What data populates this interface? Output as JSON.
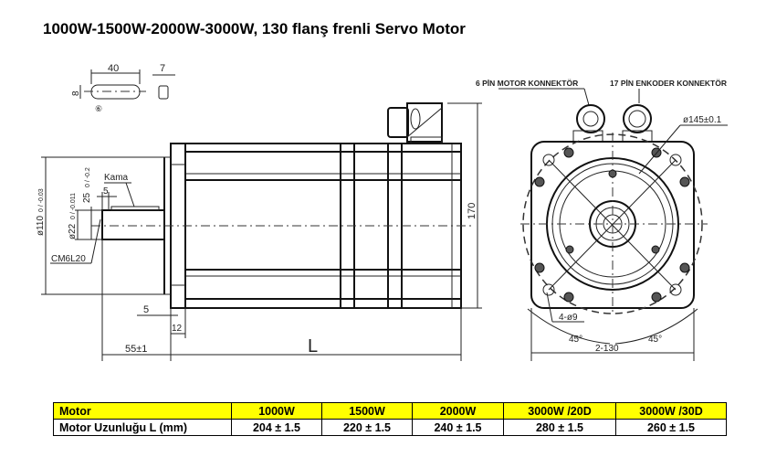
{
  "title": "1000W-1500W-2000W-3000W, 130 flanş frenli Servo Motor",
  "drawing": {
    "key": {
      "length": "40",
      "height": "8",
      "width": "7",
      "mark": "⑥"
    },
    "side": {
      "kama": "Kama",
      "key_depth": "25",
      "key_depth_tol": "0 / -0.2",
      "key_offset": "5",
      "shaft_dia": "ø22",
      "shaft_tol": "0 / -0.011",
      "pilot_dia": "ø110",
      "pilot_tol": "0 / -0.03",
      "thread": "CM6L20",
      "flange_gap": "5",
      "flange_thk": "12",
      "shaft_len": "55±1",
      "length": "L",
      "height": "170"
    },
    "front": {
      "motor_connector": "6 PİN MOTOR KONNEKTÖR",
      "encoder_connector": "17 PİN ENKODER KONNEKTÖR",
      "pcd": "ø145±0.1",
      "holes": "4-ø9",
      "angle_left": "45°",
      "angle_right": "45°",
      "square": "2-130"
    }
  },
  "table": {
    "headers": [
      "Motor",
      "1000W",
      "1500W",
      "2000W",
      "3000W /20D",
      "3000W /30D"
    ],
    "rows": [
      [
        "Motor Uzunluğu L (mm)",
        "204 ± 1.5",
        "220 ± 1.5",
        "240 ± 1.5",
        "280 ± 1.5",
        "260 ± 1.5"
      ]
    ]
  },
  "colors": {
    "header_bg": "#ffff00"
  }
}
